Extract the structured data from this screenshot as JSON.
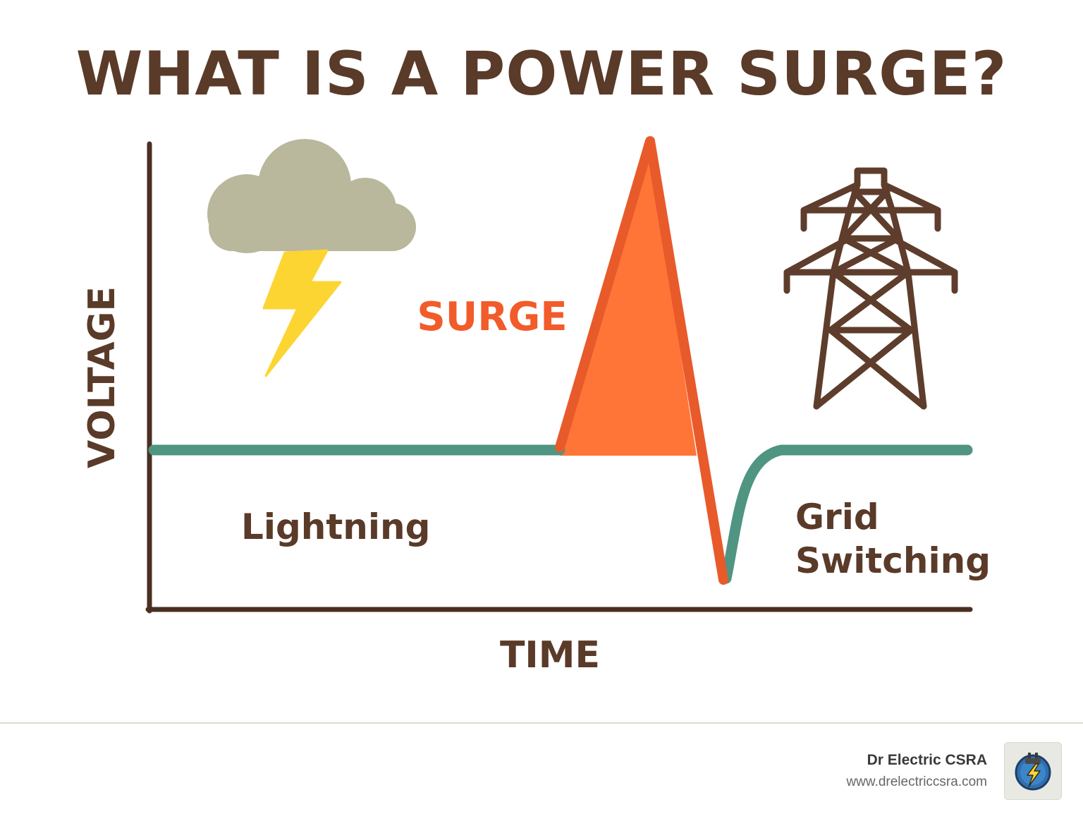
{
  "title": "WHAT IS A POWER SURGE?",
  "axes": {
    "y_label": "VOLTAGE",
    "x_label": "TIME"
  },
  "labels": {
    "surge": "SURGE",
    "lightning": "Lightning",
    "grid_line1": "Grid",
    "grid_line2": "Switching"
  },
  "footer": {
    "brand_name": "Dr Electric CSRA",
    "brand_url": "www.drelectriccsra.com"
  },
  "icons": {
    "storm": "storm-cloud-lightning-icon",
    "tower": "transmission-tower-icon",
    "logo": "plug-lightning-logo-icon"
  },
  "colors": {
    "text_brown": "#5a3a28",
    "axis_brown": "#4a2f22",
    "surge_orange": "#ff7538",
    "surge_outline": "#e85a2a",
    "baseline_green": "#4f9581",
    "cloud_gray": "#b9b79c",
    "bolt_yellow": "#fcd533",
    "tower_brown": "#5e3d2c"
  }
}
